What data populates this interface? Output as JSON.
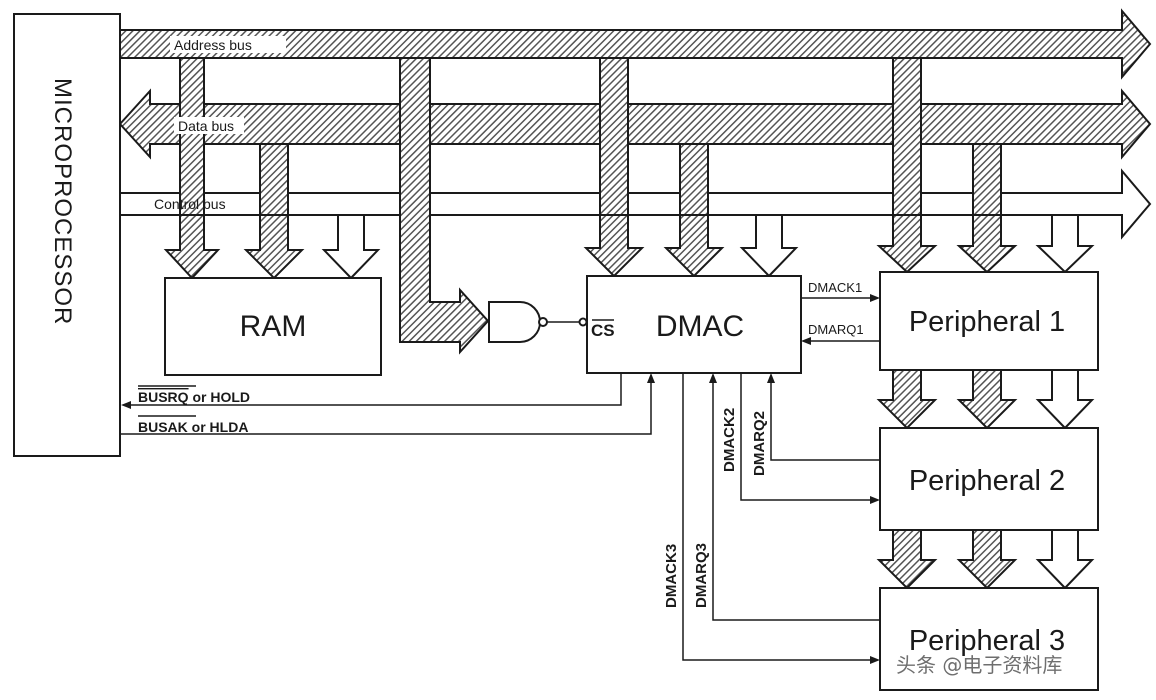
{
  "microprocessor": {
    "label": "MICROPROCESSOR"
  },
  "buses": {
    "address": "Address bus",
    "data": "Data bus",
    "control": "Control bus"
  },
  "ram": {
    "label": "RAM"
  },
  "dmac": {
    "label": "DMAC",
    "cs_label": "CS"
  },
  "peripherals": [
    {
      "label": "Peripheral 1"
    },
    {
      "label": "Peripheral 2"
    },
    {
      "label": "Peripheral 3"
    }
  ],
  "signals": {
    "busrq": "BUSRQ",
    "busrq_rest": " or HOLD",
    "busak": "BUSAK",
    "busak_rest": " or HLDA",
    "dmack1": "DMACK1",
    "dmarq1": "DMARQ1",
    "dmack2": "DMACK2",
    "dmarq2": "DMARQ2",
    "dmack3": "DMACK3",
    "dmarq3": "DMARQ3"
  },
  "watermark": {
    "text": "头条 @电子资料库"
  },
  "colors": {
    "line": "#1a1a1a",
    "hatch": "#777777",
    "background": "#ffffff"
  }
}
